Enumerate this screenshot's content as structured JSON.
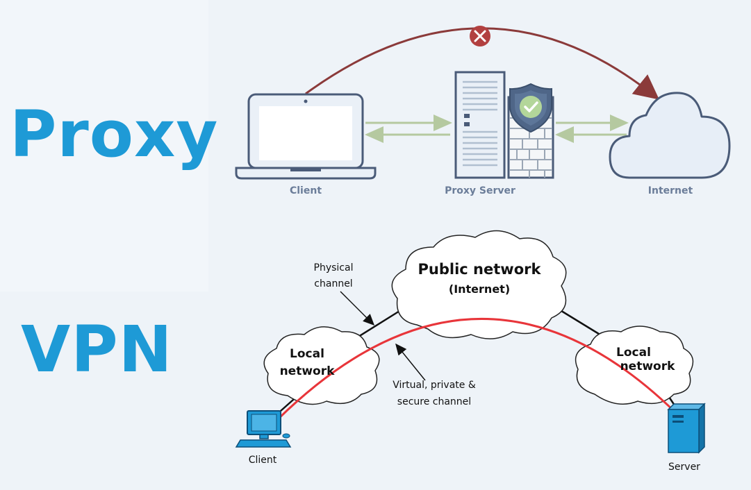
{
  "titles": {
    "proxy": "Proxy",
    "vpn": "VPN"
  },
  "proxy_diagram": {
    "client_label": "Client",
    "server_label": "Proxy Server",
    "internet_label": "Internet"
  },
  "vpn_diagram": {
    "public_network": "Public network",
    "public_network_sub": "(Internet)",
    "local_network_left_1": "Local",
    "local_network_left_2": "network",
    "local_network_right_1": "Local",
    "local_network_right_2": "network",
    "physical_channel_1": "Physical",
    "physical_channel_2": "channel",
    "virtual_channel_1": "Virtual, private &",
    "virtual_channel_2": "secure channel",
    "client_label": "Client",
    "server_label": "Server"
  },
  "colors": {
    "title": "#1e9ad6",
    "blocked_arc": "#8b3a3a",
    "arrows": "#b5c9a0",
    "device_outline": "#4a5b78",
    "vpn_tunnel": "#e8353a",
    "vpn_device": "#1e9ad6"
  },
  "icons": [
    "laptop-icon",
    "server-rack-icon",
    "shield-check-icon",
    "firewall-icon",
    "cloud-icon",
    "blocked-x-icon",
    "desktop-computer-icon",
    "server-tower-icon"
  ]
}
